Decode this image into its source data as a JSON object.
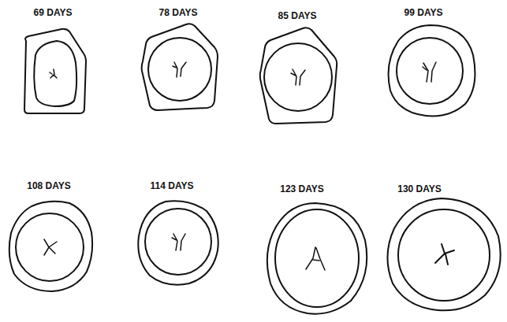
{
  "diagram": {
    "labels": [
      "69 DAYS",
      "78 DAYS",
      "85 DAYS",
      "99 DAYS",
      "108 DAYS",
      "114 DAYS",
      "123 DAYS",
      "130 DAYS"
    ]
  }
}
